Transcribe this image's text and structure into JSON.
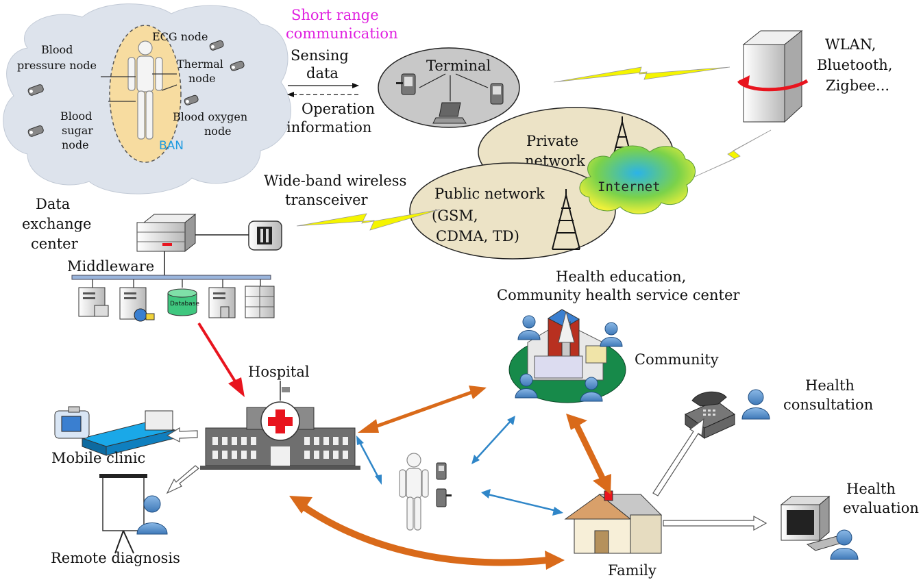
{
  "ban": {
    "label": "BAN",
    "label_color": "#1e9be0",
    "nodes": {
      "ecg": "ECG node",
      "blood_pressure_1": "Blood",
      "blood_pressure_2": "pressure node",
      "thermal_1": "Thermal",
      "thermal_2": "node",
      "blood_sugar_1": "Blood",
      "blood_sugar_2": "sugar",
      "blood_sugar_3": "node",
      "blood_oxygen_1": "Blood oxygen",
      "blood_oxygen_2": "node"
    }
  },
  "comm": {
    "short_range_1": "Short range",
    "short_range_2": "communication",
    "short_range_color": "#e020e0",
    "sensing_1": "Sensing",
    "sensing_2": "data",
    "operation_1": "Operation",
    "operation_2": "information"
  },
  "terminal": {
    "label": "Terminal"
  },
  "wlan": {
    "line1": "WLAN,",
    "line2": "Bluetooth,",
    "line3": "Zigbee..."
  },
  "private_network": {
    "line1": "Private",
    "line2": "network"
  },
  "internet": {
    "label": "Internet"
  },
  "public_network": {
    "line1": "Public network",
    "line2": "(GSM,",
    "line3": "CDMA, TD)"
  },
  "transceiver": {
    "line1": "Wide-band wireless",
    "line2": "transceiver"
  },
  "data_exchange": {
    "line1": "Data",
    "line2": "exchange",
    "line3": "center"
  },
  "middleware": {
    "label": "Middleware",
    "database": "Database"
  },
  "hospital": {
    "label": "Hospital"
  },
  "mobile_clinic": {
    "label": "Mobile clinic"
  },
  "remote_diagnosis": {
    "label": "Remote diagnosis"
  },
  "community": {
    "title_1": "Health education,",
    "title_2": "Community health service center",
    "label": "Community"
  },
  "health_consultation": {
    "line1": "Health",
    "line2": "consultation"
  },
  "health_evaluation": {
    "line1": "Health",
    "line2": "evaluation"
  },
  "family": {
    "label": "Family"
  },
  "colors": {
    "orange_arrow": "#d96a1a",
    "blue_arrow": "#2f86c8",
    "red_arrow": "#e8141e",
    "lightning": "#f5f500",
    "network_ellipse": "#ece3c6",
    "terminal_ellipse": "#c8c8c8",
    "ban_cloud": "#dde3ec"
  }
}
